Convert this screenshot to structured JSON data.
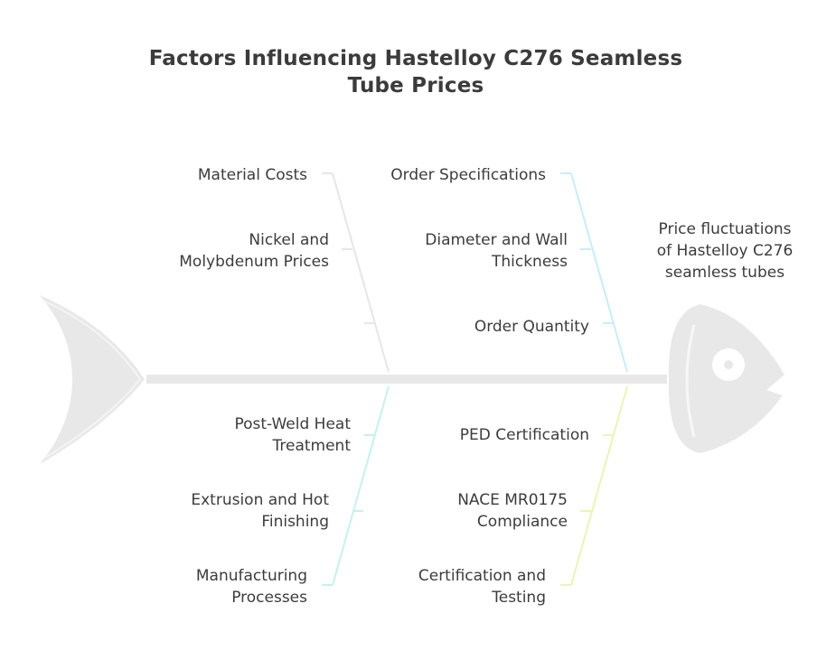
{
  "title_line1": "Factors Influencing Hastelloy C276 Seamless",
  "title_line2": "Tube Prices",
  "effect": {
    "line1": "Price fluctuations",
    "line2": "of Hastelloy C276",
    "line3": "seamless tubes"
  },
  "categories": {
    "material_costs": {
      "label": "Material Costs",
      "color": "#e6e6e6",
      "causes": [
        {
          "line1": "Nickel and",
          "line2": "Molybdenum Prices"
        },
        {
          "line1": "",
          "line2": ""
        }
      ]
    },
    "order_specifications": {
      "label": "Order Specifications",
      "color": "#c9ecf8",
      "causes": [
        {
          "line1": "Diameter and Wall",
          "line2": "Thickness"
        },
        {
          "line1": "Order Quantity",
          "line2": ""
        }
      ]
    },
    "manufacturing_processes": {
      "label_line1": "Manufacturing",
      "label_line2": "Processes",
      "color": "#c6f1ec",
      "causes": [
        {
          "line1": "Post-Weld Heat",
          "line2": "Treatment"
        },
        {
          "line1": "Extrusion and Hot",
          "line2": "Finishing"
        }
      ]
    },
    "certification_testing": {
      "label_line1": "Certification and",
      "label_line2": "Testing",
      "color": "#e9f5b7",
      "causes": [
        {
          "line1": "PED Certification",
          "line2": ""
        },
        {
          "line1": "NACE MR0175",
          "line2": "Compliance"
        }
      ]
    }
  },
  "colors": {
    "fish_body": "#e8e8e8",
    "spine": "#e8e8e8",
    "text": "#3c3c3c"
  }
}
